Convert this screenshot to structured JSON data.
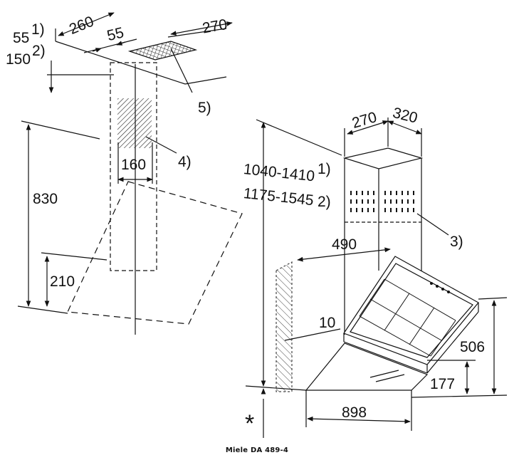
{
  "caption": "Miele DA 489-4",
  "left_view": {
    "dim_260": "260",
    "dim_270": "270",
    "dim_55_top": "55",
    "dim_55_side": "55",
    "dim_55_side_sup": "1)",
    "dim_150": "150",
    "dim_150_sup": "2)",
    "dim_160": "160",
    "dim_830": "830",
    "dim_210": "210",
    "callout_5": "5)",
    "callout_4": "4)"
  },
  "right_view": {
    "dim_270": "270",
    "dim_320": "320",
    "dim_1040_1410": "1040-1410",
    "dim_1040_1410_sup": "1)",
    "dim_1175_1545": "1175-1545",
    "dim_1175_1545_sup": "2)",
    "dim_490": "490",
    "dim_10": "10",
    "dim_506": "506",
    "dim_177": "177",
    "dim_898": "898",
    "callout_3": "3)",
    "asterisk": "*"
  }
}
